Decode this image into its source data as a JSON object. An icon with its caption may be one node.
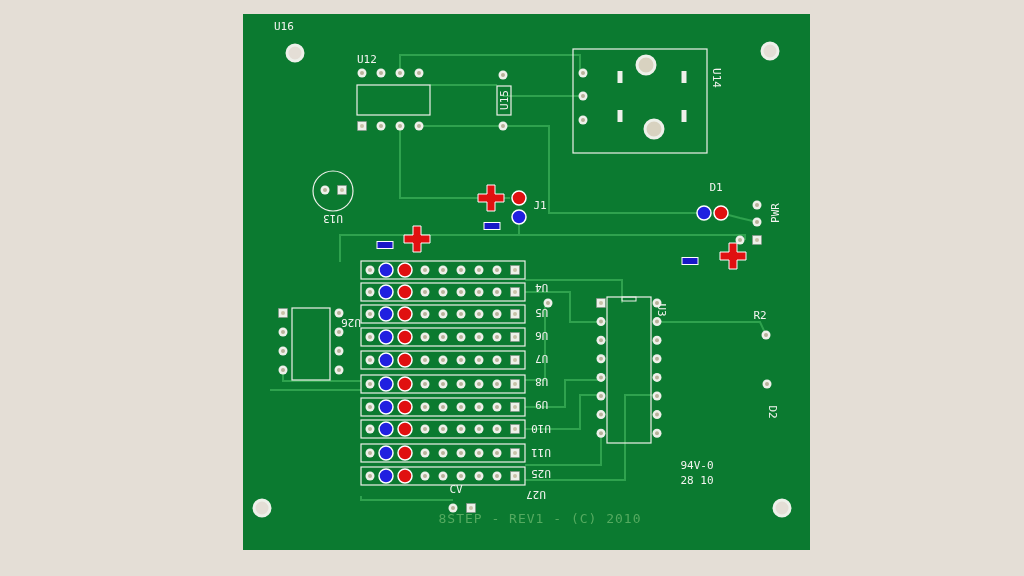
{
  "diagram": {
    "labels": [
      "U16",
      "U12",
      "U15",
      "U14",
      "U13",
      "J1",
      "D1",
      "PWR",
      "U26",
      "U4",
      "U5",
      "U3",
      "R2",
      "U6",
      "U7",
      "U8",
      "D2",
      "U9",
      "U10",
      "U11",
      "U25",
      "94V-0",
      "28 10",
      "CV",
      "U27",
      "8STEP - REV1 - (C) 2010"
    ]
  }
}
